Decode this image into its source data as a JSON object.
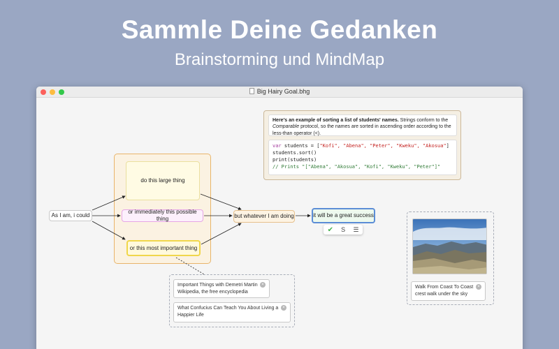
{
  "hero": {
    "title": "Sammle Deine Gedanken",
    "subtitle": "Brainstorming und MindMap"
  },
  "window": {
    "file_name": "Big Hairy Goal.bhg"
  },
  "nodes": {
    "start": "As I am, i could",
    "large": "do this large thing",
    "possible": "or immediately this possible thing",
    "important": "or this most important thing",
    "whatever": "but whatever I am doing",
    "success": "it will be a great success"
  },
  "node_toolbar": {
    "s_label": "S"
  },
  "code_note": {
    "bold_intro": "Here's an example of sorting a list of students' names.",
    "desc_a": " Strings conform to the ",
    "desc_italic": "Comparable",
    "desc_b": " protocol, so the names are sorted in ascending order according to the less-than operator (<).",
    "line1_kw": "var",
    "line1_rest": " students = [",
    "line1_strings": "\"Kofi\", \"Abena\", \"Peter\", \"Kweku\", \"Akosua\"",
    "line1_end": "]",
    "line2": "students.sort()",
    "line3": "print(students)",
    "line4": "// Prints \"[\"Abena\", \"Akosua\", \"Kofi\", \"Kweku\", \"Peter\"]\""
  },
  "links": [
    {
      "line1": "Important Things with Demetri Martin",
      "line2": "Wikipedia, the free encyclopedia"
    },
    {
      "line1": "What Confucius Can Teach You About Living a",
      "line2": "Happier Life"
    }
  ],
  "photo_card": {
    "line1": "Walk From Coast To Coast",
    "line2": "crest walk under the sky"
  },
  "icons": {
    "close": "close-icon",
    "check": "checkmark-icon",
    "list": "list-icon",
    "document": "document-icon"
  },
  "colors": {
    "background": "#9aa7c3",
    "orange_group": "#e8b46a",
    "success_border": "#5b8dd6",
    "important_border": "#f0d64a",
    "possible_border": "#e6a6e6"
  }
}
